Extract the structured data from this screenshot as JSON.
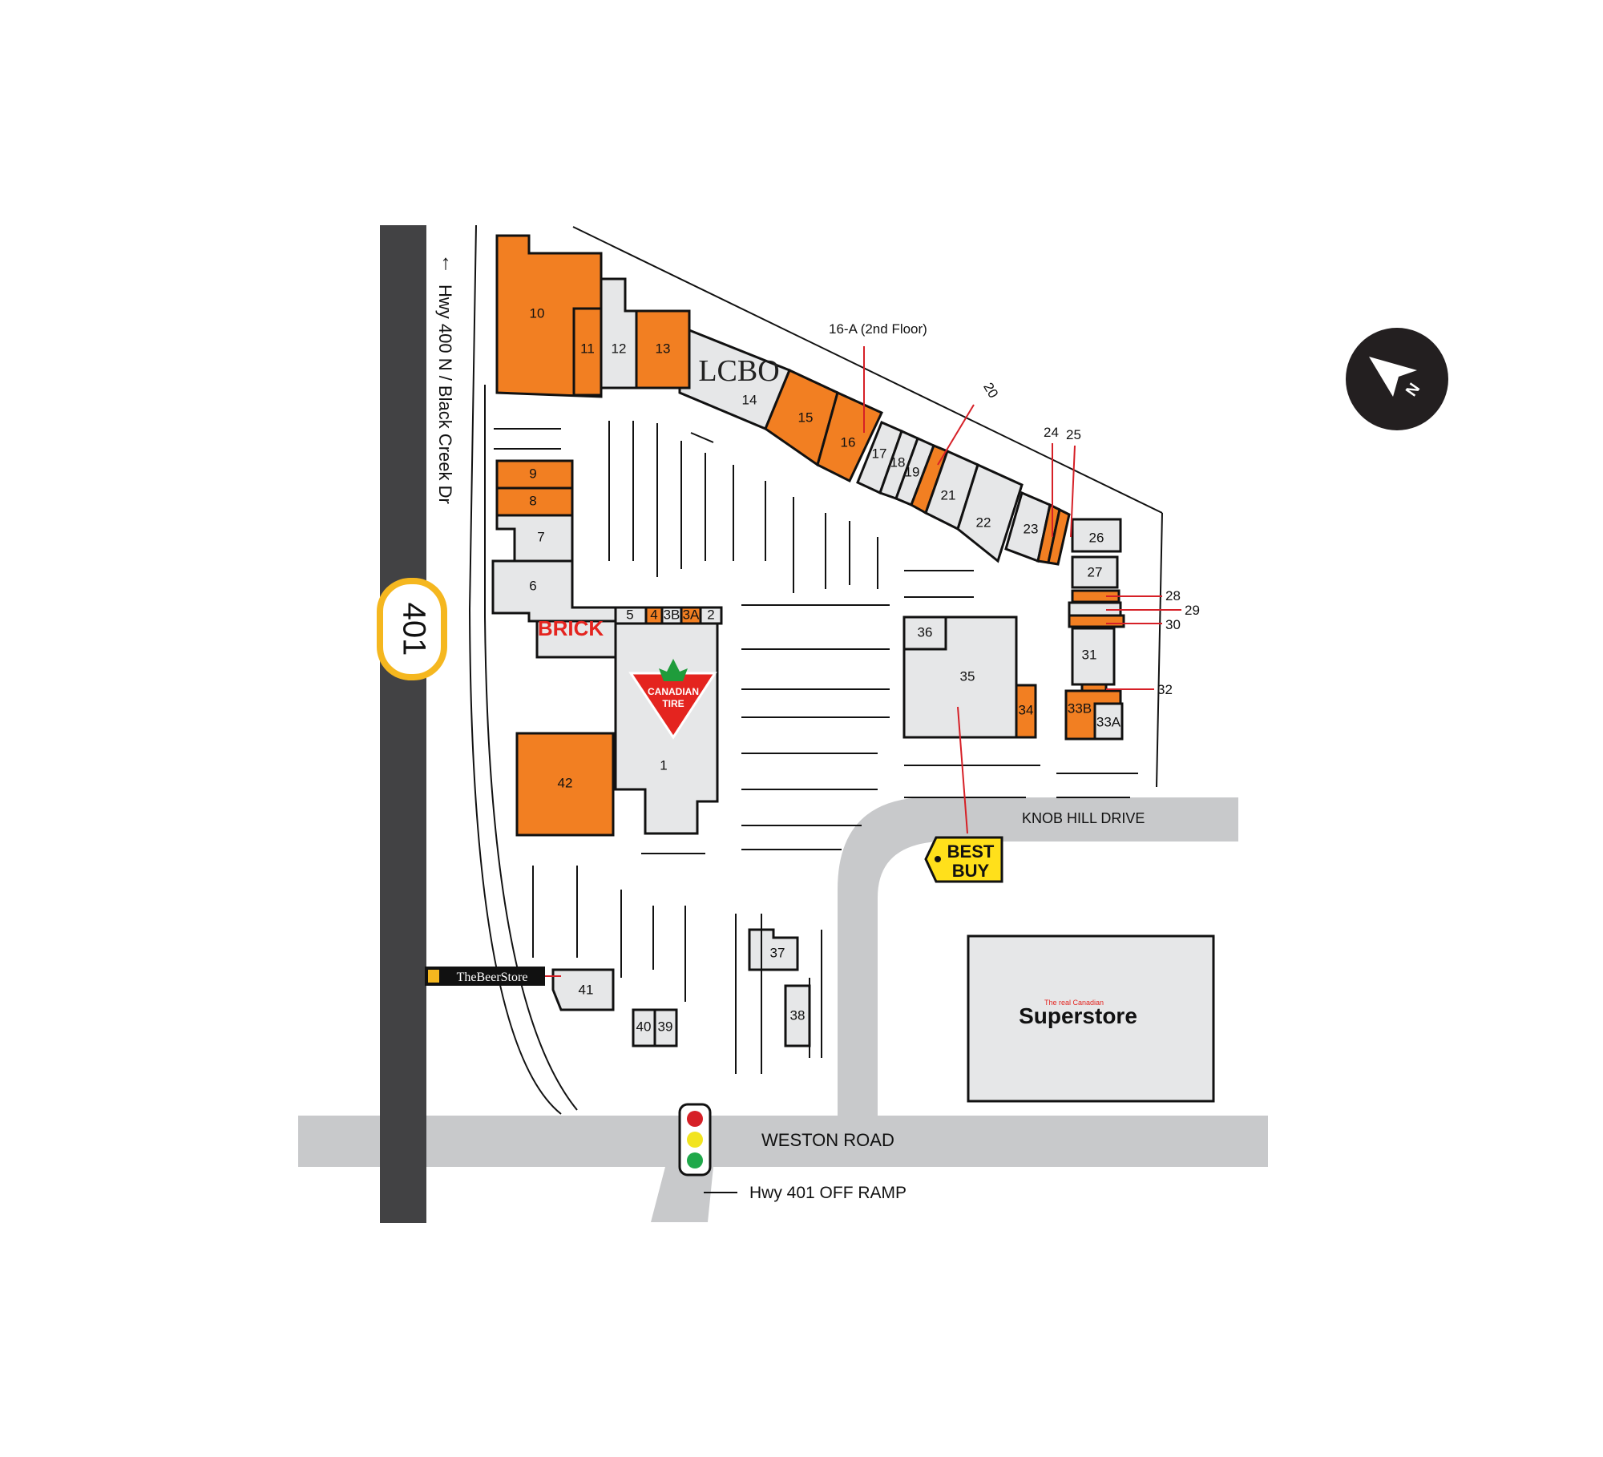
{
  "colors": {
    "vacant_unit": "#f27f22",
    "occupied_unit": "#e6e7e8",
    "road": "#c8c9cb",
    "highway": "#424244",
    "leader_line": "#d62027",
    "shield": "#f5b71f"
  },
  "highway": {
    "shield_number": "401",
    "side_label": "Hwy 400 N / Black Creek Dr"
  },
  "roads": {
    "weston_road": "WESTON ROAD",
    "knob_hill_drive": "KNOB HILL DRIVE",
    "off_ramp": "Hwy 401 OFF RAMP"
  },
  "callouts": {
    "second_floor": "16-A (2nd Floor)",
    "unit_20": "20",
    "unit_24": "24",
    "unit_25": "25",
    "unit_28": "28",
    "unit_29": "29",
    "unit_30": "30",
    "unit_32": "32"
  },
  "units": {
    "u1": "1",
    "u2": "2",
    "u3a": "3A",
    "u3b": "3B",
    "u4": "4",
    "u5": "5",
    "u6": "6",
    "u7": "7",
    "u8": "8",
    "u9": "9",
    "u10": "10",
    "u11": "11",
    "u12": "12",
    "u13": "13",
    "u14": "14",
    "u15": "15",
    "u16": "16",
    "u17": "17",
    "u18": "18",
    "u19": "19",
    "u21": "21",
    "u22": "22",
    "u23": "23",
    "u26": "26",
    "u27": "27",
    "u31": "31",
    "u33a": "33A",
    "u33b": "33B",
    "u34": "34",
    "u35": "35",
    "u36": "36",
    "u37": "37",
    "u38": "38",
    "u39": "39",
    "u40": "40",
    "u41": "41",
    "u42": "42"
  },
  "brands": {
    "lcbo": "LCBO",
    "brick": "BRICK",
    "canadian_tire_line1": "CANADIAN",
    "canadian_tire_line2": "TIRE",
    "best_buy_line1": "BEST",
    "best_buy_line2": "BUY",
    "beer_store": "TheBeerStore",
    "superstore_tagline": "The real Canadian",
    "superstore": "Superstore"
  },
  "compass": {
    "north_label": "N",
    "icon": "compass-arrow-icon"
  },
  "traffic_light": {
    "icon": "traffic-light-icon",
    "lamps": [
      "#d62027",
      "#f2e41f",
      "#1fa84a"
    ]
  }
}
